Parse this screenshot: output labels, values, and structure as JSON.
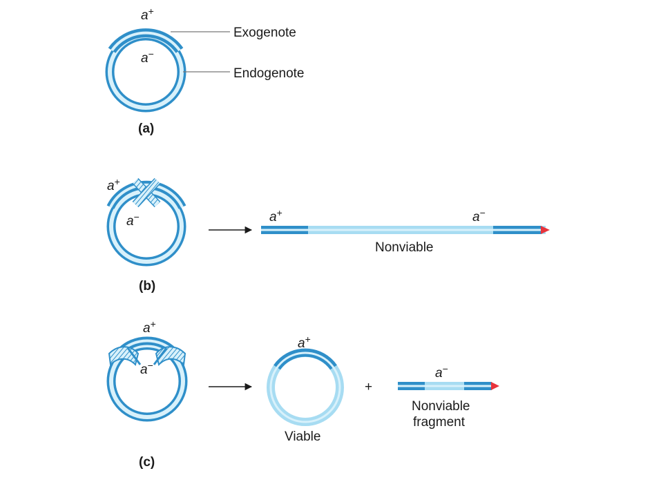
{
  "colors": {
    "dark_blue": "#2f8fc9",
    "light_blue": "#a7dcf2",
    "ring_fill": "#d8f1fb",
    "arrow_tip": "#e8343c",
    "leader": "#777777"
  },
  "panel_a": {
    "label": "(a)",
    "exo_allele": "a+",
    "endo_allele": "a−",
    "exogenote_label": "Exogenote",
    "endogenote_label": "Endogenote"
  },
  "panel_b": {
    "label": "(b)",
    "exo_allele": "a+",
    "endo_allele": "a−",
    "product_left_allele": "a+",
    "product_right_allele": "a−",
    "product_label": "Nonviable"
  },
  "panel_c": {
    "label": "(c)",
    "exo_allele": "a+",
    "endo_allele": "a−",
    "viable_allele": "a+",
    "viable_label": "Viable",
    "plus": "+",
    "fragment_allele": "a−",
    "fragment_label_line1": "Nonviable",
    "fragment_label_line2": "fragment"
  }
}
